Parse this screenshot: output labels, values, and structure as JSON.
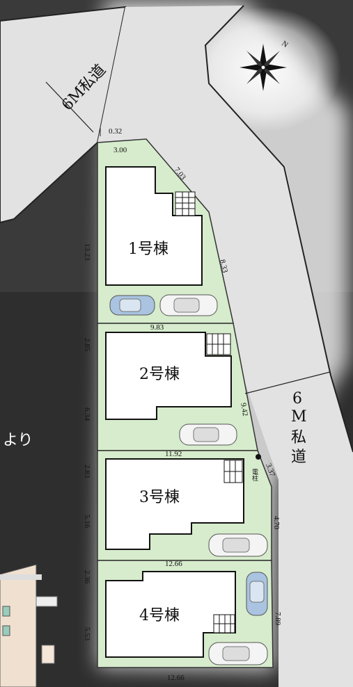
{
  "compass": {
    "north_label": "N"
  },
  "roads": {
    "left": "6M私道",
    "right_line1": "6",
    "right_line2": "M",
    "right_line3": "私",
    "right_line4": "道"
  },
  "side_text": "より",
  "utility_pole": "電柱",
  "lots": [
    {
      "label": "1号棟",
      "left_dims": [
        "13.23"
      ],
      "divider_dim": "9.83"
    },
    {
      "label": "2号棟",
      "left_dims": [
        "2.85",
        "6.34"
      ],
      "divider_dim": "11.92"
    },
    {
      "label": "3号棟",
      "left_dims": [
        "2.83",
        "5.16"
      ],
      "divider_dim": "12.66"
    },
    {
      "label": "4号棟",
      "left_dims": [
        "2.36",
        "5.53"
      ],
      "divider_dim": "12.66"
    }
  ],
  "edge_dims": {
    "top_corner": "0.32",
    "top": "3.00",
    "diag1": "7.03",
    "right1": "8.33",
    "right2": "9.42",
    "right3": "3.37",
    "right4": "4.70",
    "right5": "7.89"
  },
  "colors": {
    "lot_fill": "#d6eccc",
    "road_fill": "#e2e2e2",
    "background": "#2b2b2b",
    "building_stroke": "#111111"
  }
}
